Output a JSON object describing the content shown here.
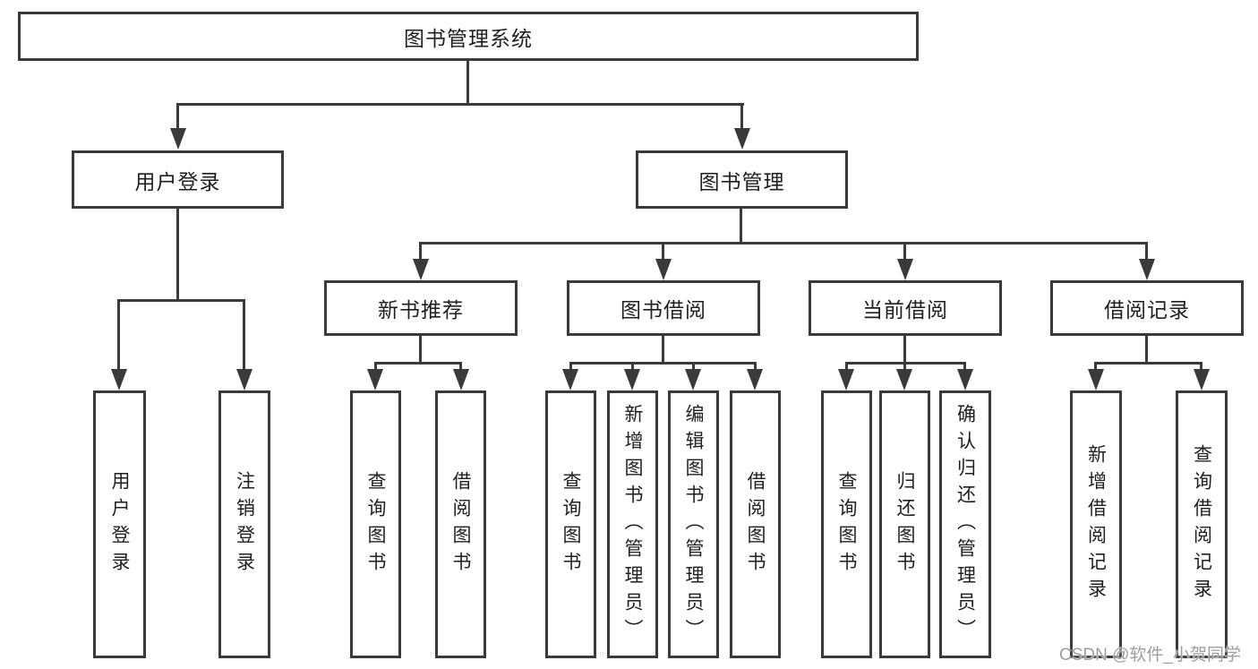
{
  "diagram": {
    "root": "图书管理系统",
    "level2": [
      "用户登录",
      "图书管理"
    ],
    "level3": [
      "新书推荐",
      "图书借阅",
      "当前借阅",
      "借阅记录"
    ],
    "leaves_login": [
      "用户登录",
      "注销登录"
    ],
    "leaves_newbook": [
      "查询图书",
      "借阅图书"
    ],
    "leaves_borrow": [
      "查询图书",
      "新增图书（管理员）",
      "编辑图书（管理员）",
      "借阅图书"
    ],
    "leaves_current": [
      "查询图书",
      "归还图书",
      "确认归还（管理员）"
    ],
    "leaves_record": [
      "新增借阅记录",
      "查询借阅记录"
    ]
  },
  "watermark": "CSDN @软件_小贺同学",
  "colors": {
    "line": "#3a3a3a",
    "text": "#1f1f1f",
    "watermark": "#9e9e9e",
    "background": "#ffffff"
  }
}
